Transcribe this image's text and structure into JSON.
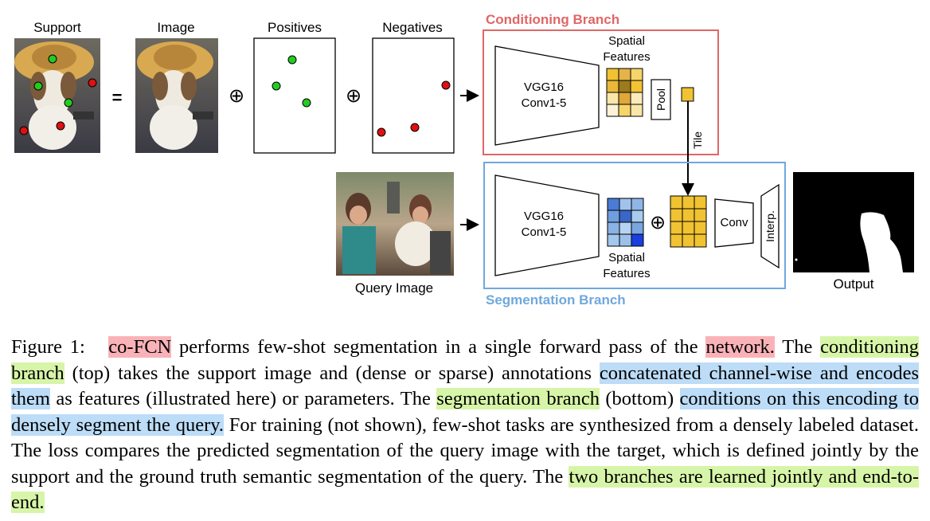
{
  "figure": {
    "support_label": "Support",
    "equals_sign": "=",
    "image_label": "Image",
    "positives_label": "Positives",
    "negatives_label": "Negatives",
    "concat_symbol": "⊕",
    "conditioning_title": "Conditioning Branch",
    "segmentation_title": "Segmentation Branch",
    "vgg_line1": "VGG16",
    "vgg_line2": "Conv1-5",
    "spatial_line1": "Spatial",
    "spatial_line2": "Features",
    "pool_label": "Pool",
    "tile_label": "Tile",
    "conv_label": "Conv",
    "interp_label": "Interp.",
    "query_label": "Query Image",
    "output_label": "Output",
    "colors": {
      "conditioning": "#e06666",
      "segmentation": "#6fa8dc",
      "positive_point": "#22cc22",
      "negative_point": "#dd1111",
      "feature_gold": "#f1c232"
    }
  },
  "caption": {
    "prefix": "Figure 1:",
    "s1": "co-FCN",
    "s2": " performs few-shot segmentation in a single forward pass of the ",
    "s3": "network.",
    "s4": " The ",
    "s5": "conditioning branch",
    "s6": " (top) takes the support image and (dense or sparse) annotations ",
    "s7": "concatenated channel-wise and encodes them",
    "s8": " as features (illustrated here) or parameters.  The ",
    "s9": "segmentation branch",
    "s10": " (bottom) ",
    "s11": "conditions on this encoding to densely segment the query.",
    "s12": " For training (not shown), few-shot tasks are synthesized from a densely labeled dataset. The loss compares the predicted segmentation of the query image with the target, which is defined jointly by the support and the ground truth semantic segmentation of the query. The ",
    "s13": "two branches are learned jointly and end-to-end."
  }
}
